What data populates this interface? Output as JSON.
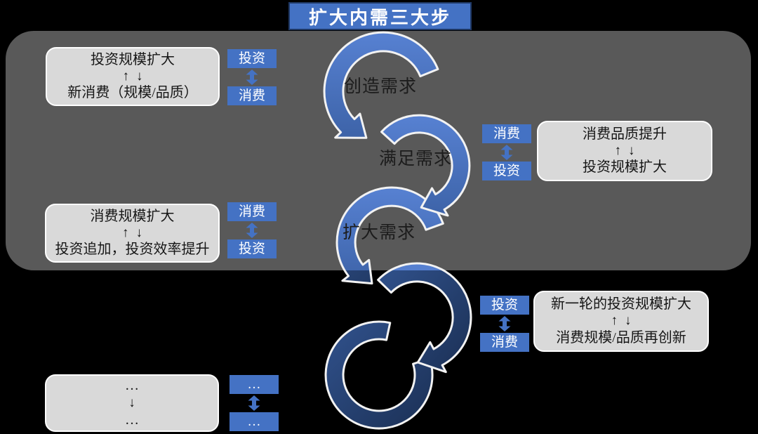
{
  "title": {
    "text": "扩大内需三大步"
  },
  "colors": {
    "accent_blue": "#4472C4",
    "panel_gray": "#595959",
    "card_gray": "#D9D9D9",
    "loop_light_blue": "#4A74C4",
    "loop_dark_navy": "#203A68",
    "background": "#000000",
    "card_text": "#161616"
  },
  "loop_labels": {
    "step1": "创造需求",
    "step2": "满足需求",
    "step3": "扩大需求"
  },
  "cards": [
    {
      "top": "投资规模扩大",
      "mid": "↑↓",
      "bottom": "新消费（规模/品质）"
    },
    {
      "top": "消费规模扩大",
      "mid": "↑↓",
      "bottom": "投资追加，投资效率提升"
    },
    {
      "top": "消费品质提升",
      "mid": "↑↓",
      "bottom": "投资规模扩大"
    },
    {
      "top": "新一轮的投资规模扩大",
      "mid": "↑↓",
      "bottom": "消费规模/品质再创新"
    },
    {
      "top": "…",
      "mid": "↓",
      "bottom": "…"
    }
  ],
  "tag_pairs": [
    {
      "top": "投资",
      "bottom": "消费"
    },
    {
      "top": "消费",
      "bottom": "投资"
    },
    {
      "top": "消费",
      "bottom": "投资"
    },
    {
      "top": "投资",
      "bottom": "消费"
    },
    {
      "top": "…",
      "bottom": "…"
    }
  ]
}
